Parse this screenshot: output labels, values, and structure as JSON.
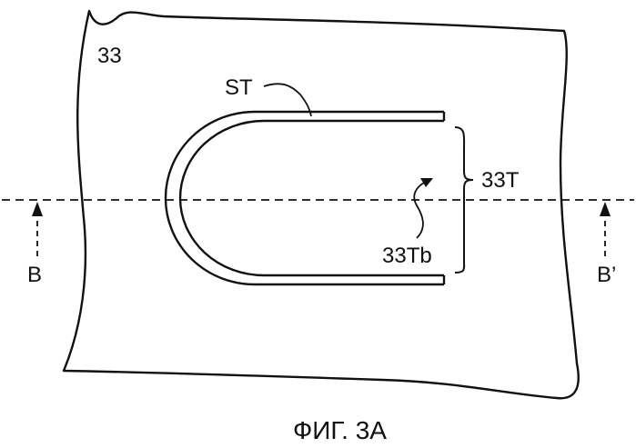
{
  "labels": {
    "plate": "33",
    "strip": "ST",
    "region": "33T",
    "region_bottom": "33Tb",
    "section_left": "B",
    "section_right": "B’"
  },
  "caption": "ФИГ. 3A",
  "colors": {
    "ink": "#111111",
    "background": "#ffffff"
  }
}
